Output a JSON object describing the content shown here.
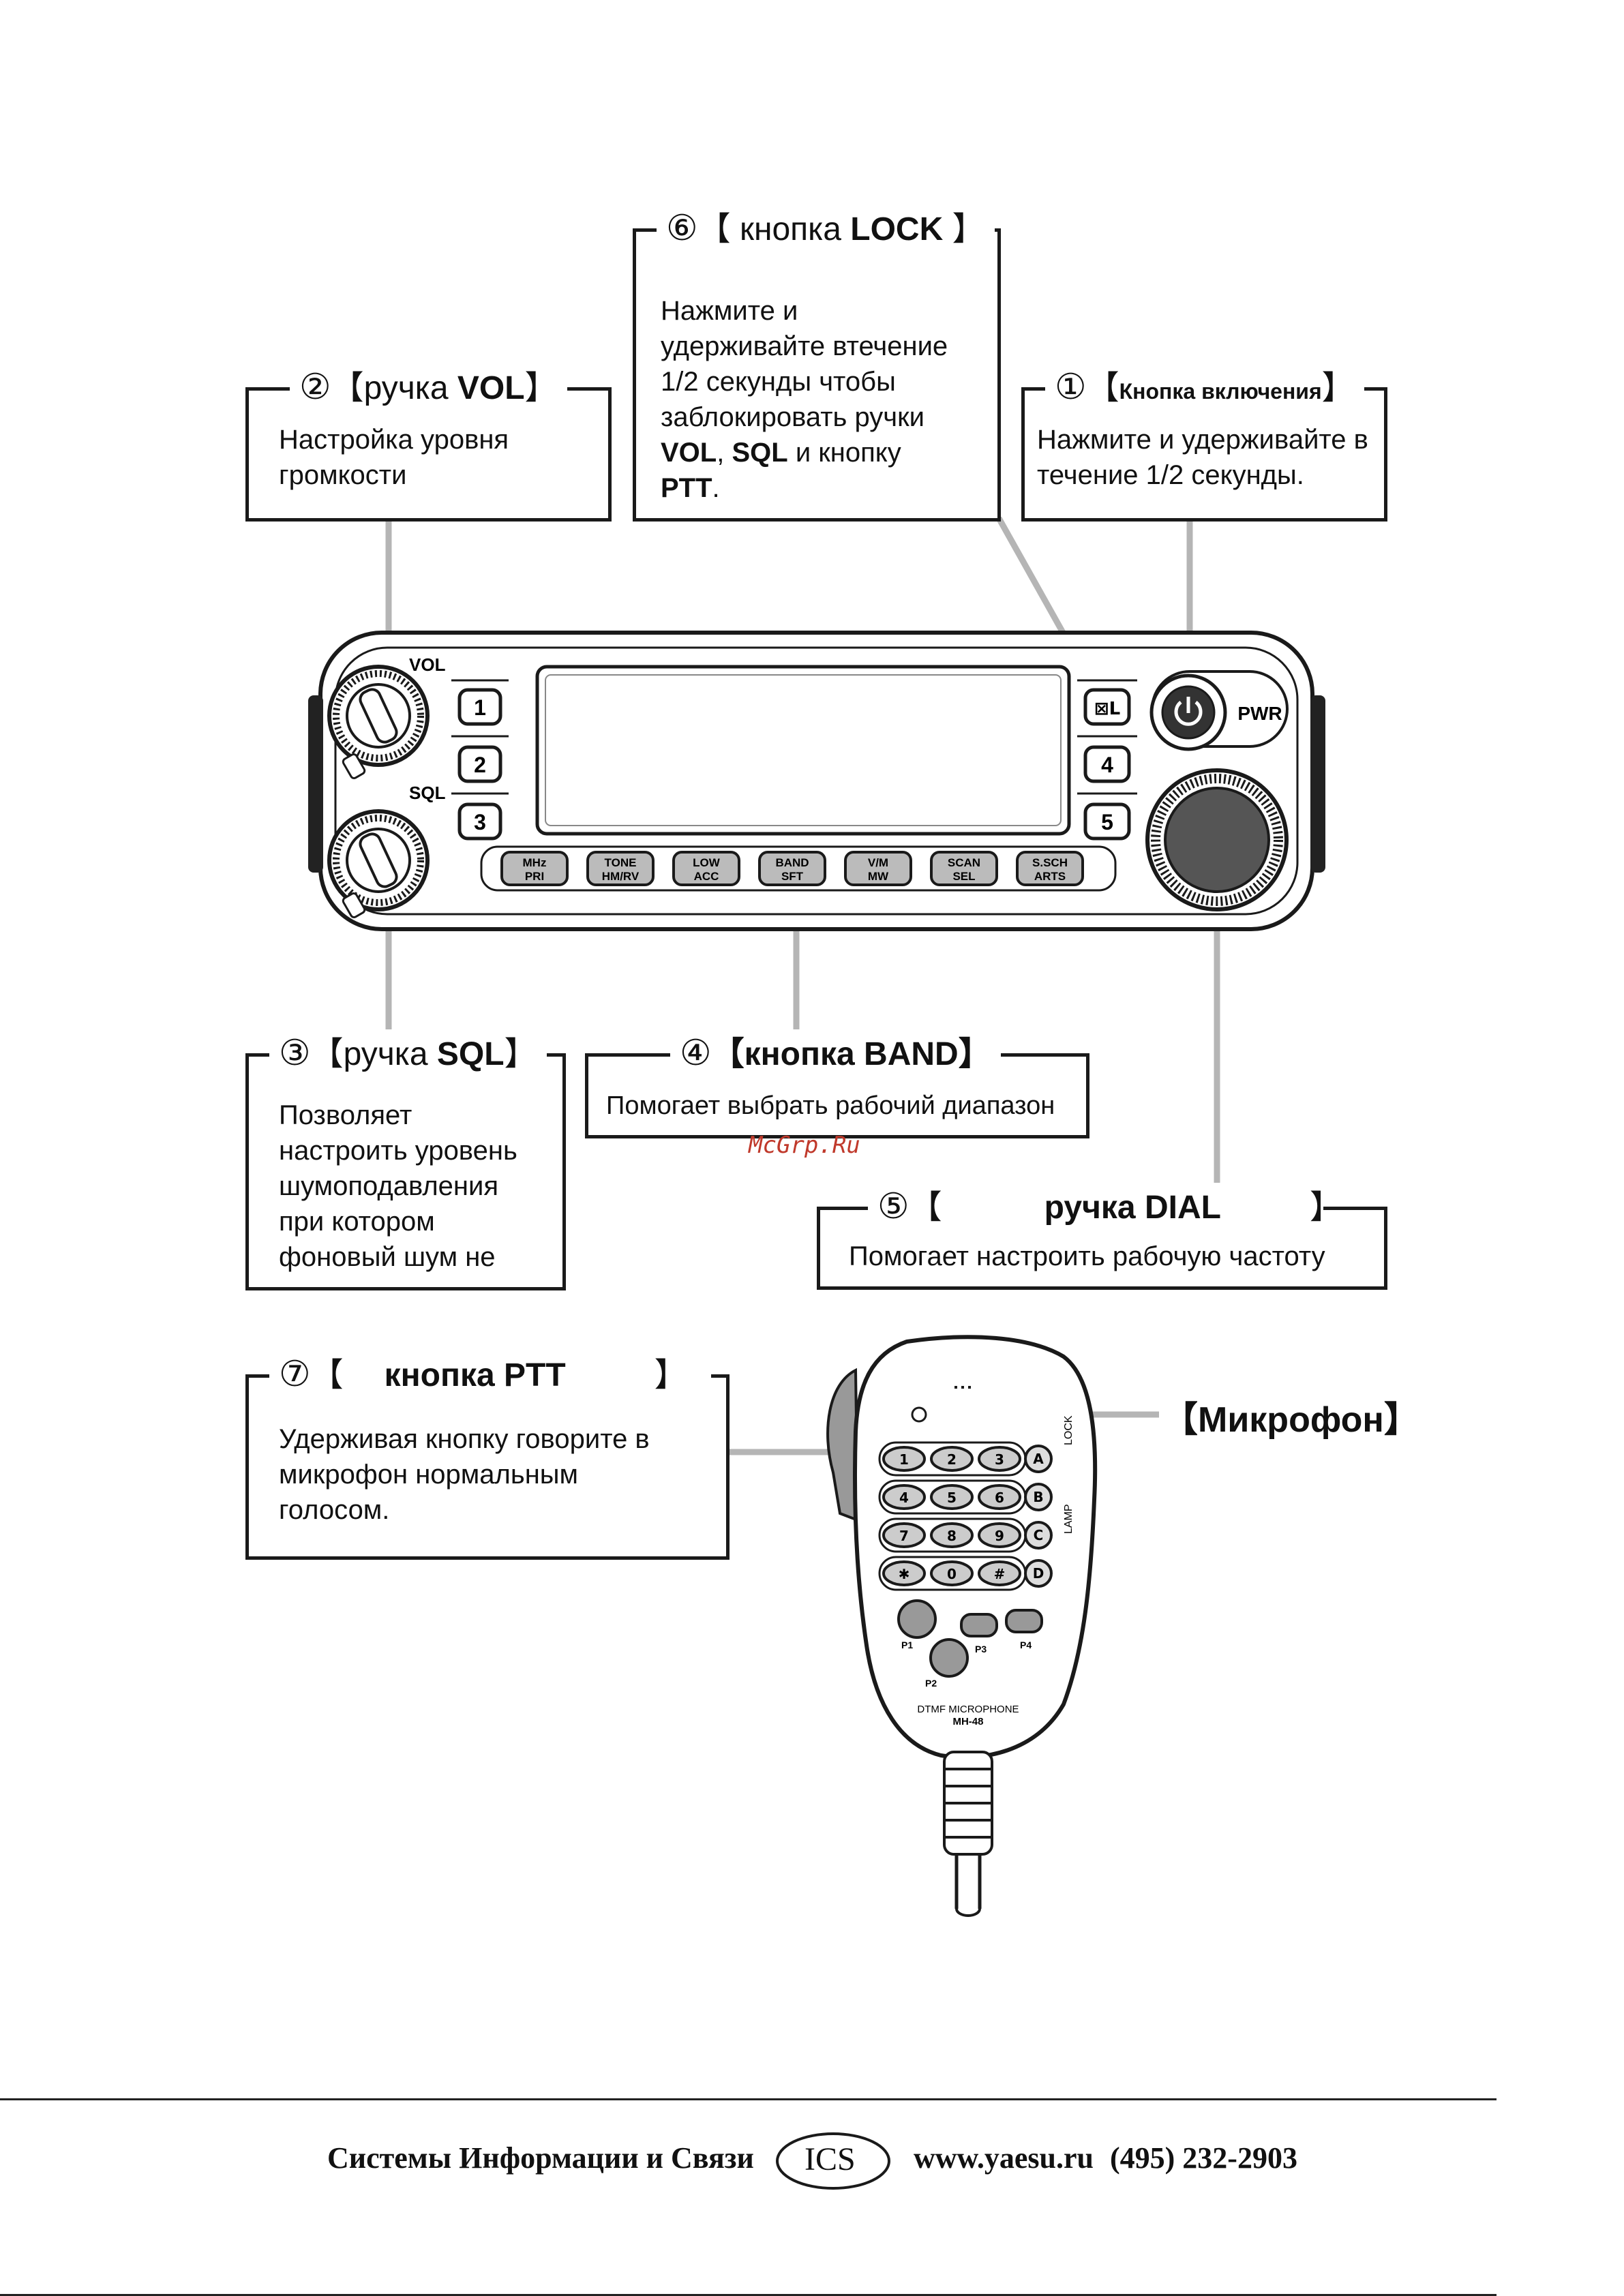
{
  "callouts": {
    "power": {
      "num": "①",
      "label": "Кнопка включения",
      "body": "Нажмите и удерживайте в течение 1/2 секунды."
    },
    "vol": {
      "num": "②",
      "label_prefix": "ручка ",
      "label_bold": "VOL",
      "body": "Настройка уровня громкости"
    },
    "sql": {
      "num": "③",
      "label_prefix": "ручка ",
      "label_bold": "SQL",
      "body_lines": [
        "Позволяет",
        "настроить уровень",
        "шумоподавления",
        "при котором",
        "фоновый шум не"
      ]
    },
    "band": {
      "num": "④",
      "label": "кнопка BAND",
      "body": "Помогает выбрать рабочий диапазон"
    },
    "dial": {
      "num": "⑤",
      "label": "ручка DIAL",
      "body": "Помогает настроить рабочую частоту"
    },
    "lock": {
      "num": "⑥",
      "label_prefix": "кнопка ",
      "label_bold": "LOCK",
      "body_lines": [
        "Нажмите и",
        "удерживайте втечение",
        "1/2 секунды чтобы",
        "заблокировать ручки"
      ],
      "body_vol": "VOL",
      "body_sep1": ", ",
      "body_sql": "SQL",
      "body_mid": " и кнопку",
      "body_ptt": "PTT",
      "body_end": "."
    },
    "ptt": {
      "num": "⑦",
      "label": "кнопка PTT",
      "body_lines": [
        "Удерживая кнопку говорите в",
        "микрофон нормальным",
        "голосом."
      ]
    }
  },
  "radio": {
    "vol_label": "VOL",
    "sql_label": "SQL",
    "pwr_label": "PWR",
    "mem_buttons": [
      "1",
      "2",
      "3",
      "4",
      "5"
    ],
    "lock_key": "⊠L",
    "bottom_keys": [
      {
        "top": "MHz",
        "bottom": "PRI"
      },
      {
        "top": "TONE",
        "bottom": "HM/RV"
      },
      {
        "top": "LOW",
        "bottom": "ACC"
      },
      {
        "top": "BAND",
        "bottom": "SFT"
      },
      {
        "top": "V/M",
        "bottom": "MW"
      },
      {
        "top": "SCAN",
        "bottom": "SEL"
      },
      {
        "top": "S.SCH",
        "bottom": "ARTS"
      }
    ]
  },
  "microphone": {
    "title": "【Микрофон】",
    "keypad": [
      "1",
      "2",
      "3",
      "A",
      "4",
      "5",
      "6",
      "B",
      "7",
      "8",
      "9",
      "C",
      "✱",
      "0",
      "#",
      "D"
    ],
    "side_lock": "LOCK",
    "side_lamp": "LAMP",
    "p_keys": [
      "P1",
      "P2",
      "P3",
      "P4"
    ],
    "model_line1": "DTMF MICROPHONE",
    "model_line2": "MH-48"
  },
  "watermark": "McGrp.Ru",
  "footer": {
    "company": "Системы Информации и Связи",
    "logo": "ICS",
    "website": "www.yaesu.ru",
    "phone": "(495) 232-2903"
  }
}
